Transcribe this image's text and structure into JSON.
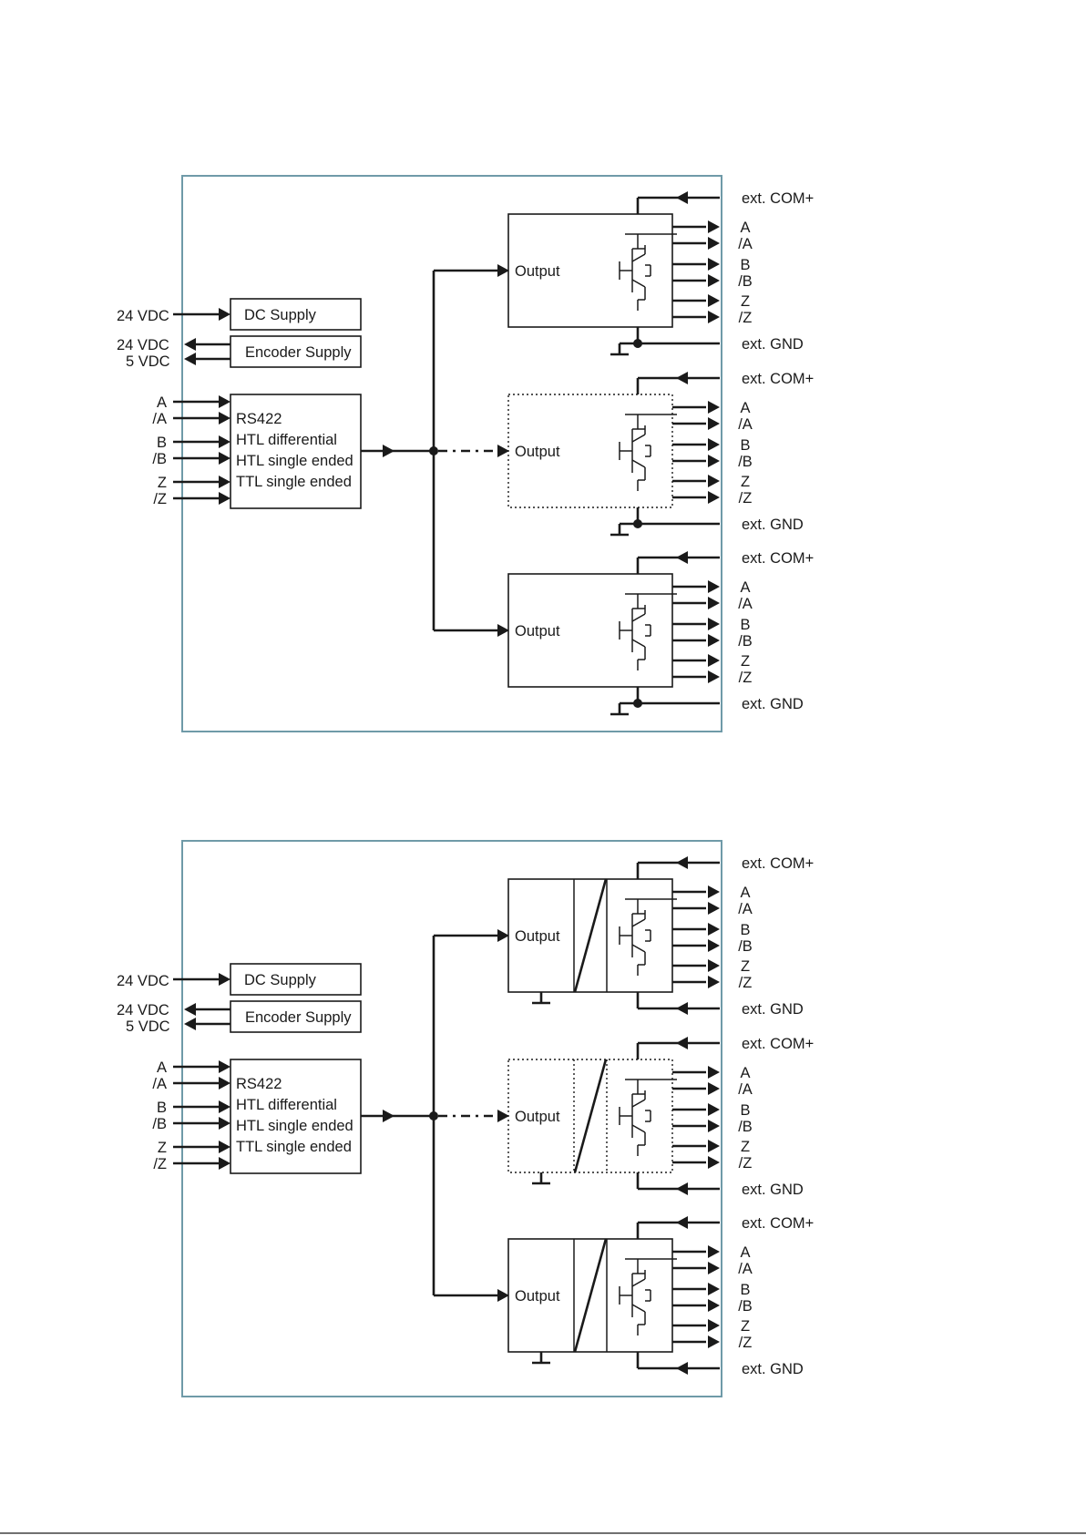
{
  "diagrams": [
    {
      "left_inputs": {
        "supply_in": "24 VDC",
        "encoder_out_1": "24 VDC",
        "encoder_out_2": "5 VDC",
        "signals": [
          "A",
          "/A",
          "B",
          "/B",
          "Z",
          "/Z"
        ]
      },
      "dc_supply": "DC Supply",
      "encoder_supply": "Encoder Supply",
      "input_lines": [
        "RS422",
        "HTL differential",
        "HTL single ended",
        "TTL single ended"
      ],
      "outputs": [
        {
          "label": "Output",
          "com": "ext. COM+",
          "gnd": "ext. GND",
          "signals": [
            "A",
            "/A",
            "B",
            "/B",
            "Z",
            "/Z"
          ],
          "style": "solid"
        },
        {
          "label": "Output",
          "com": "ext. COM+",
          "gnd": "ext. GND",
          "signals": [
            "A",
            "/A",
            "B",
            "/B",
            "Z",
            "/Z"
          ],
          "style": "dotted"
        },
        {
          "label": "Output",
          "com": "ext. COM+",
          "gnd": "ext. GND",
          "signals": [
            "A",
            "/A",
            "B",
            "/B",
            "Z",
            "/Z"
          ],
          "style": "solid"
        }
      ]
    },
    {
      "left_inputs": {
        "supply_in": "24 VDC",
        "encoder_out_1": "24 VDC",
        "encoder_out_2": "5 VDC",
        "signals": [
          "A",
          "/A",
          "B",
          "/B",
          "Z",
          "/Z"
        ]
      },
      "dc_supply": "DC Supply",
      "encoder_supply": "Encoder Supply",
      "input_lines": [
        "RS422",
        "HTL differential",
        "HTL single ended",
        "TTL single ended"
      ],
      "outputs": [
        {
          "label": "Output",
          "com": "ext. COM+",
          "gnd": "ext. GND",
          "signals": [
            "A",
            "/A",
            "B",
            "/B",
            "Z",
            "/Z"
          ],
          "style": "solid"
        },
        {
          "label": "Output",
          "com": "ext. COM+",
          "gnd": "ext. GND",
          "signals": [
            "A",
            "/A",
            "B",
            "/B",
            "Z",
            "/Z"
          ],
          "style": "dotted"
        },
        {
          "label": "Output",
          "com": "ext. COM+",
          "gnd": "ext. GND",
          "signals": [
            "A",
            "/A",
            "B",
            "/B",
            "Z",
            "/Z"
          ],
          "style": "solid"
        }
      ]
    }
  ]
}
